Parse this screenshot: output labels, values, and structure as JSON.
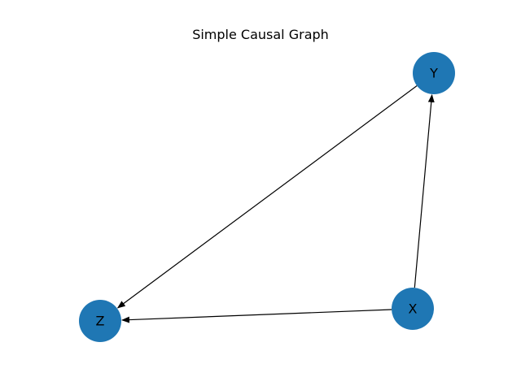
{
  "title": "Simple Causal Graph",
  "colors": {
    "node_fill": "#1f77b4",
    "edge": "#000000",
    "label": "#000000"
  },
  "nodes": [
    {
      "id": "Y",
      "label": "Y"
    },
    {
      "id": "X",
      "label": "X"
    },
    {
      "id": "Z",
      "label": "Z"
    }
  ],
  "edges": [
    {
      "from": "Y",
      "to": "Z"
    },
    {
      "from": "X",
      "to": "Y"
    },
    {
      "from": "X",
      "to": "Z"
    }
  ]
}
